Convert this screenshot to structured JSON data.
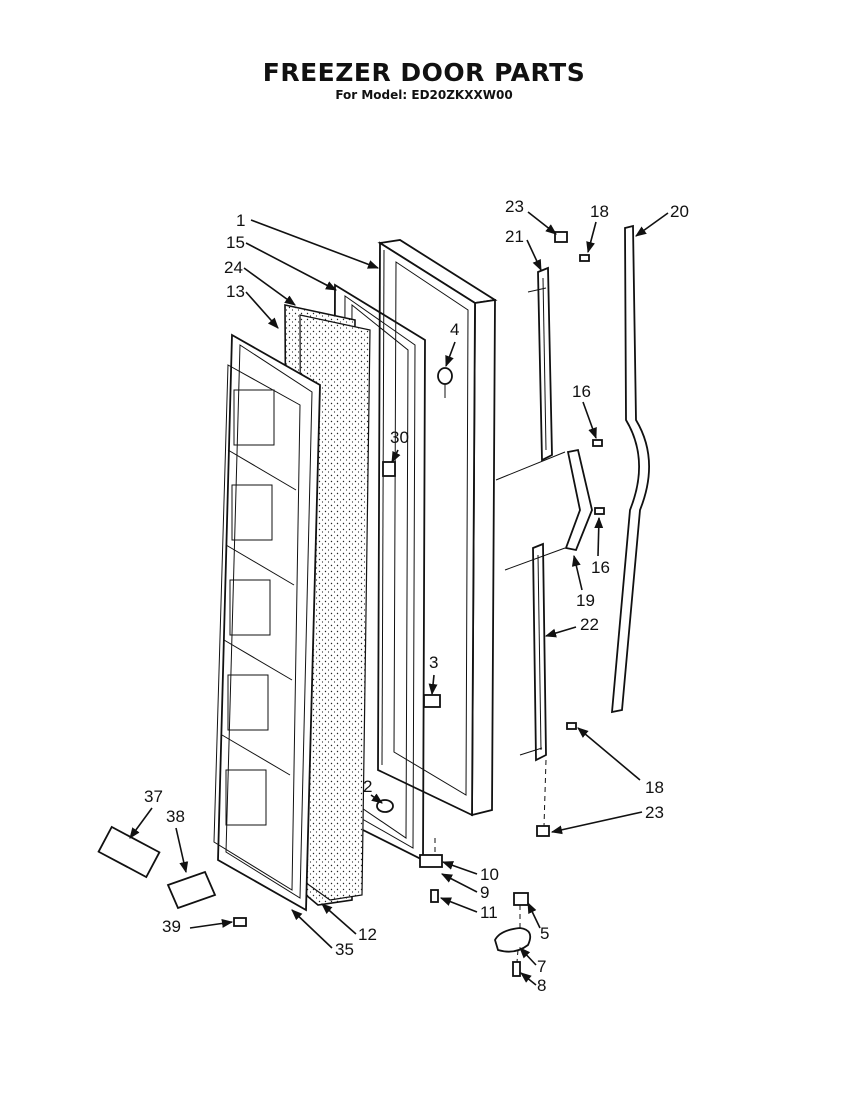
{
  "header": {
    "title": "FREEZER DOOR PARTS",
    "subtitle": "For Model: ED20ZKXXW00"
  },
  "callouts": [
    "1",
    "15",
    "24",
    "13",
    "4",
    "30",
    "3",
    "2",
    "23",
    "18",
    "21",
    "20",
    "16",
    "16",
    "19",
    "22",
    "18",
    "23",
    "10",
    "9",
    "11",
    "5",
    "7",
    "8",
    "37",
    "38",
    "39",
    "35",
    "12"
  ]
}
